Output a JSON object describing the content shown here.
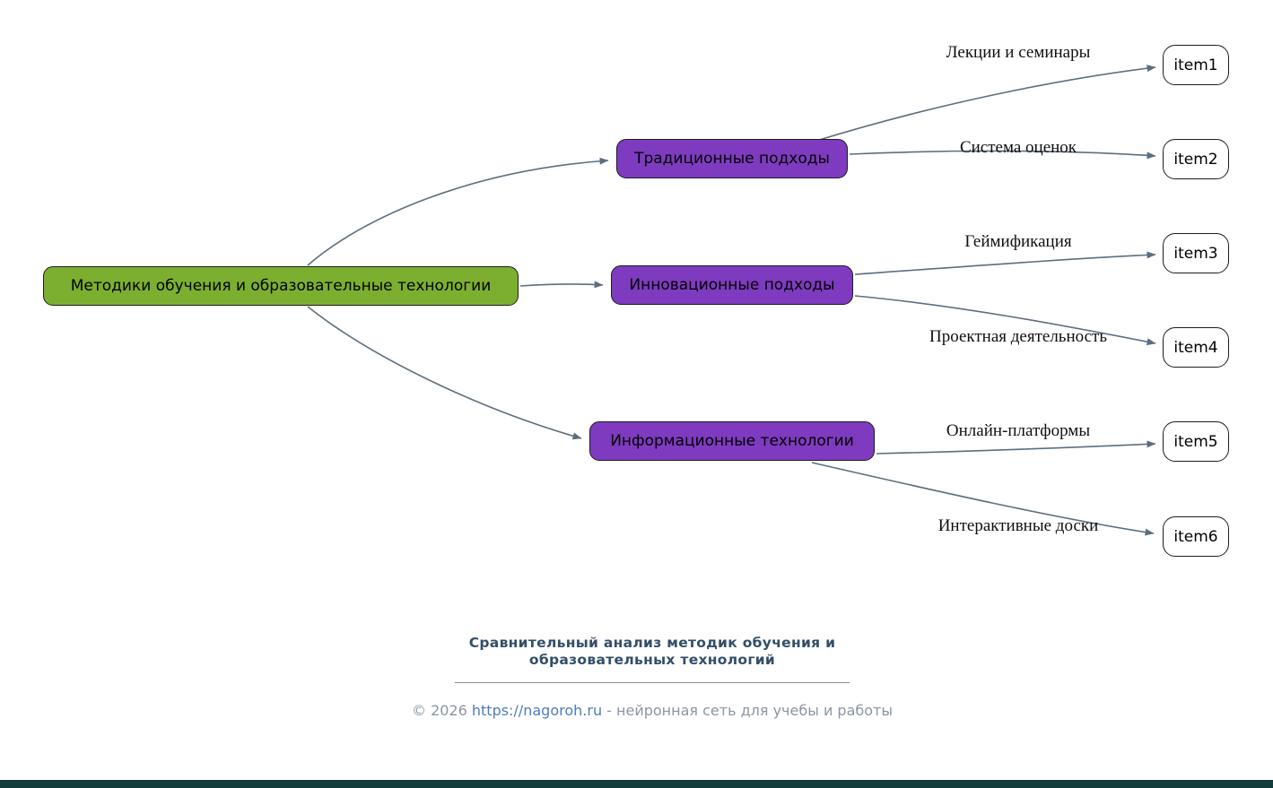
{
  "colors": {
    "root_fill": "#7caf2f",
    "branch_fill": "#7e3bbf",
    "leaf_fill": "#ffffff",
    "edge": "#5c6e7e",
    "footer_title": "#334e68",
    "footer_text": "#8a96a3",
    "link": "#4d7cc1"
  },
  "root": {
    "label": "Методики обучения и образовательные технологии"
  },
  "branches": [
    {
      "label": "Традиционные подходы"
    },
    {
      "label": "Инновационные подходы"
    },
    {
      "label": "Информационные технологии"
    }
  ],
  "leaves": [
    {
      "label": "item1"
    },
    {
      "label": "item2"
    },
    {
      "label": "item3"
    },
    {
      "label": "item4"
    },
    {
      "label": "item5"
    },
    {
      "label": "item6"
    }
  ],
  "edge_labels": [
    {
      "text": "Лекции и семинары"
    },
    {
      "text": "Система оценок"
    },
    {
      "text": "Геймификация"
    },
    {
      "text": "Проектная деятельность"
    },
    {
      "text": "Онлайн-платформы"
    },
    {
      "text": "Интерактивные доски"
    }
  ],
  "footer": {
    "title_line1": "Сравнительный анализ методик обучения и",
    "title_line2": "образовательных технологий",
    "copyright_prefix": "© 2026 ",
    "link_text": "https://nagoroh.ru",
    "copyright_suffix": " - нейронная сеть для учебы и работы"
  }
}
